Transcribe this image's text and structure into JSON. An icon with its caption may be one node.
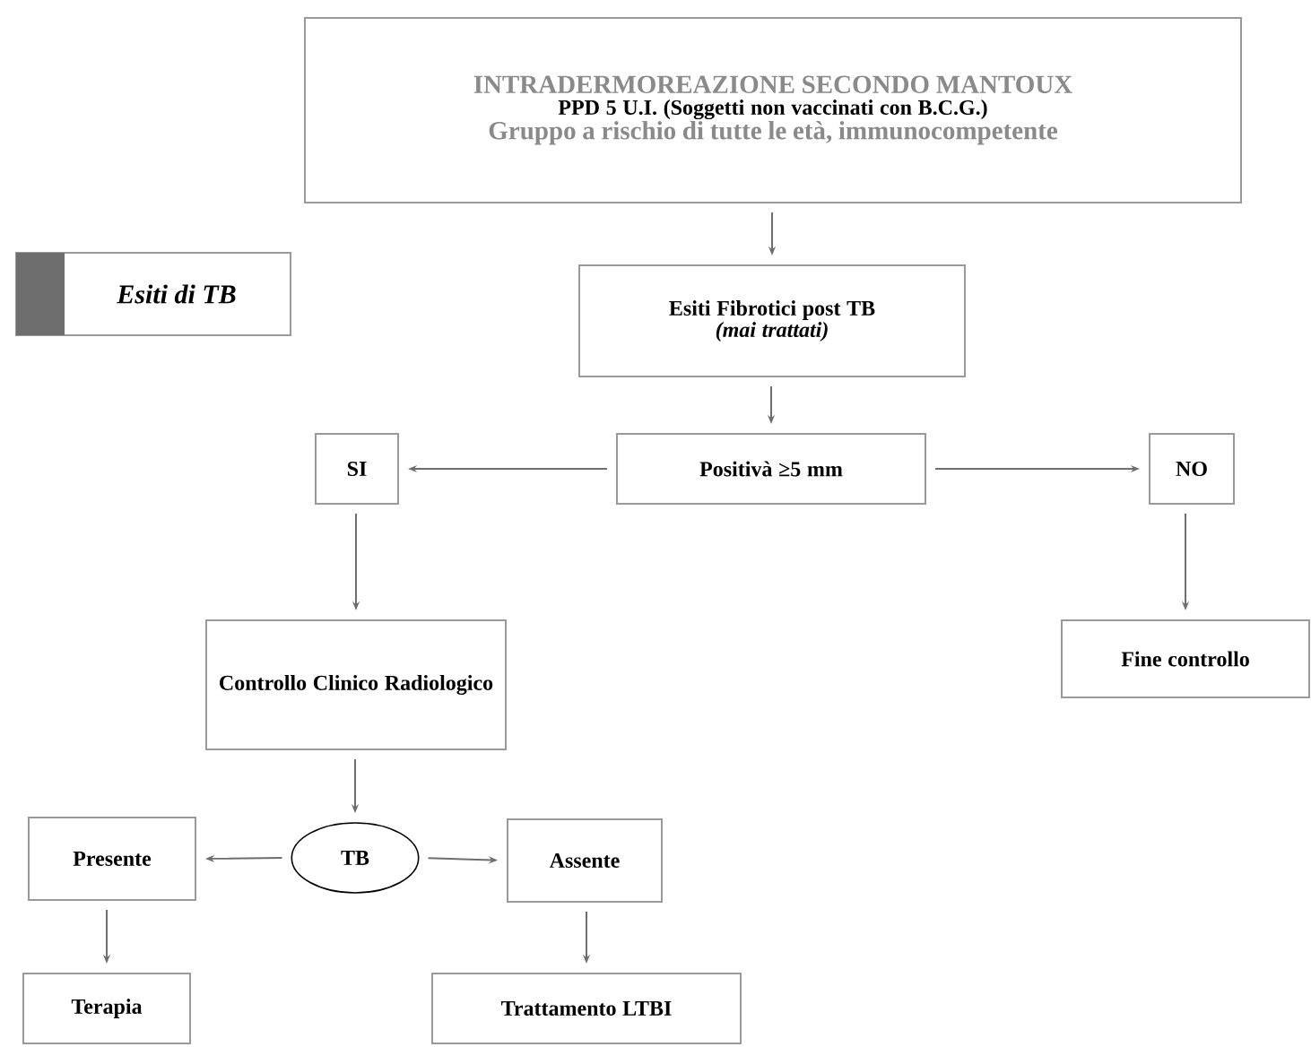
{
  "diagram": {
    "nodes": [
      {
        "text": [
          "INTRADERMOREAZIONE SECONDO MANTOUX",
          "PPD 5 U.I. (Soggetti non vaccinati con B.C.G.)",
          "Gruppo a rischio di tutte le età, immunocompetente"
        ]
      },
      {
        "text": [
          "Esiti di TB"
        ]
      },
      {
        "text": [
          "Esiti Fibrotici post TB",
          "(mai trattati)"
        ]
      },
      {
        "text": [
          "Positivà ≥5 mm"
        ]
      },
      {
        "text": [
          "SI"
        ]
      },
      {
        "text": [
          "NO"
        ]
      },
      {
        "text": [
          "Controllo Clinico Radiologico"
        ]
      },
      {
        "text": [
          "Fine controllo"
        ]
      },
      {
        "text": [
          "TB"
        ]
      },
      {
        "text": [
          "Presente"
        ]
      },
      {
        "text": [
          "Assente"
        ]
      },
      {
        "text": [
          "Terapia"
        ]
      },
      {
        "text": [
          "Trattamento LTBI"
        ]
      }
    ],
    "edges": [
      {
        "from": 0,
        "to": 2,
        "arrow": "to"
      },
      {
        "from": 2,
        "to": 3,
        "arrow": "to"
      },
      {
        "from": 3,
        "to": 4,
        "arrow": "to"
      },
      {
        "from": 3,
        "to": 5,
        "arrow": "to"
      },
      {
        "from": 4,
        "to": 6,
        "arrow": "to"
      },
      {
        "from": 5,
        "to": 7,
        "arrow": "to"
      },
      {
        "from": 6,
        "to": 8,
        "arrow": "to"
      },
      {
        "from": 8,
        "to": 9,
        "arrow": "to"
      },
      {
        "from": 8,
        "to": 10,
        "arrow": "to"
      },
      {
        "from": 9,
        "to": 11,
        "arrow": "to"
      },
      {
        "from": 10,
        "to": 12,
        "arrow": "to"
      }
    ]
  }
}
